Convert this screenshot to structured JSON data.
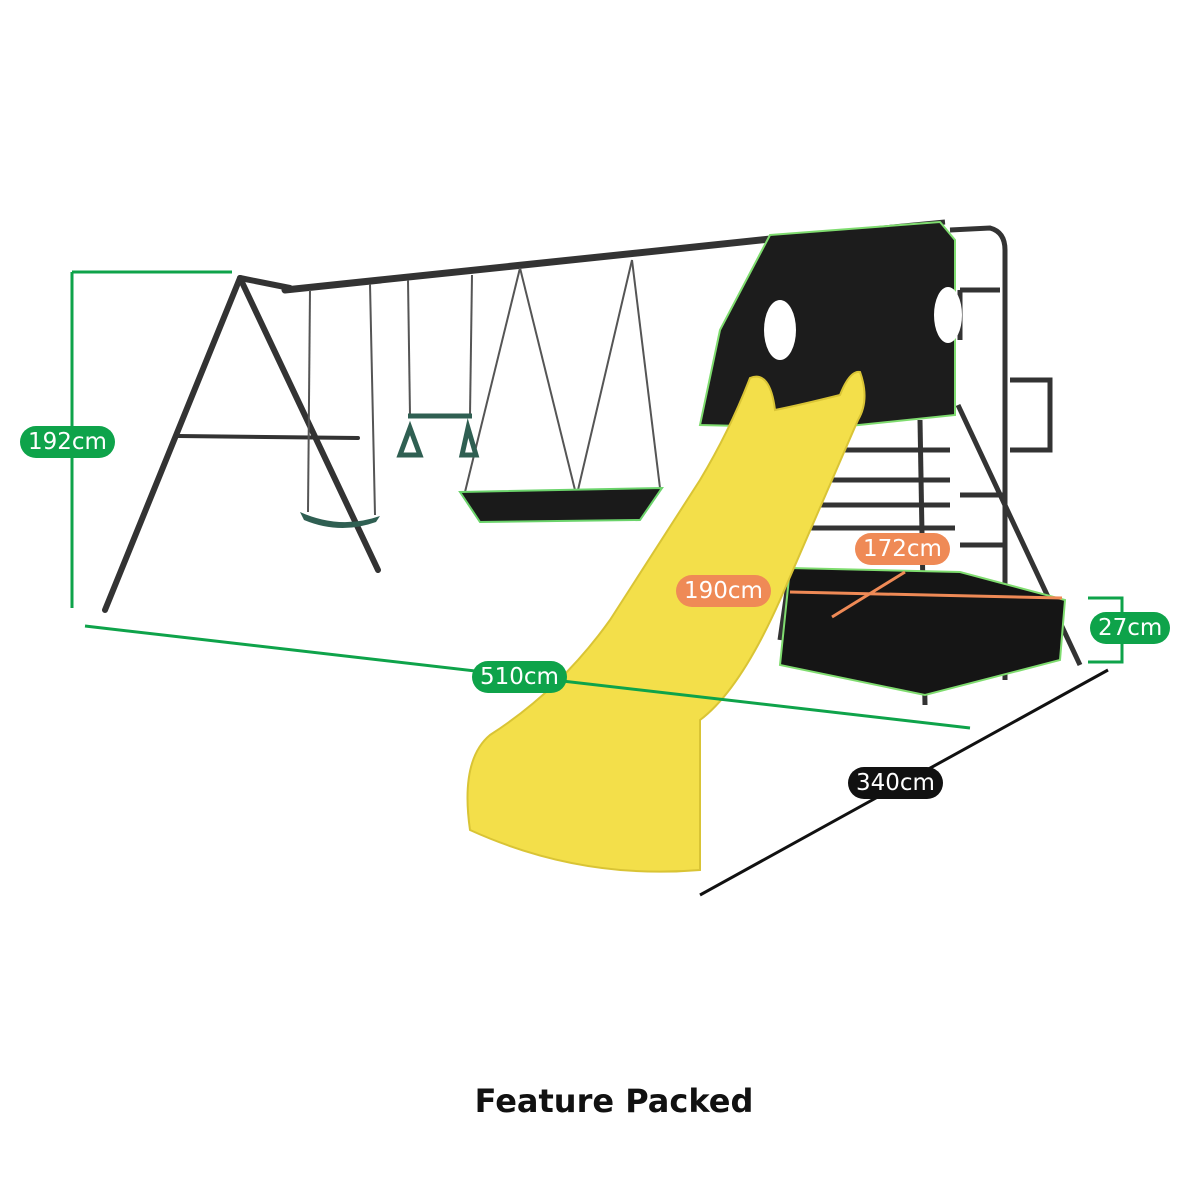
{
  "title": "Feature Packed",
  "colors": {
    "green": "#0ea34a",
    "orange": "#ef8a56",
    "black": "#111111",
    "slide": "#f3df4a",
    "frame": "#333333"
  },
  "dimensions": {
    "height": "192cm",
    "width": "510cm",
    "depth": "340cm",
    "sandpit_width": "190cm",
    "sandpit_depth": "172cm",
    "sandpit_height": "27cm"
  }
}
